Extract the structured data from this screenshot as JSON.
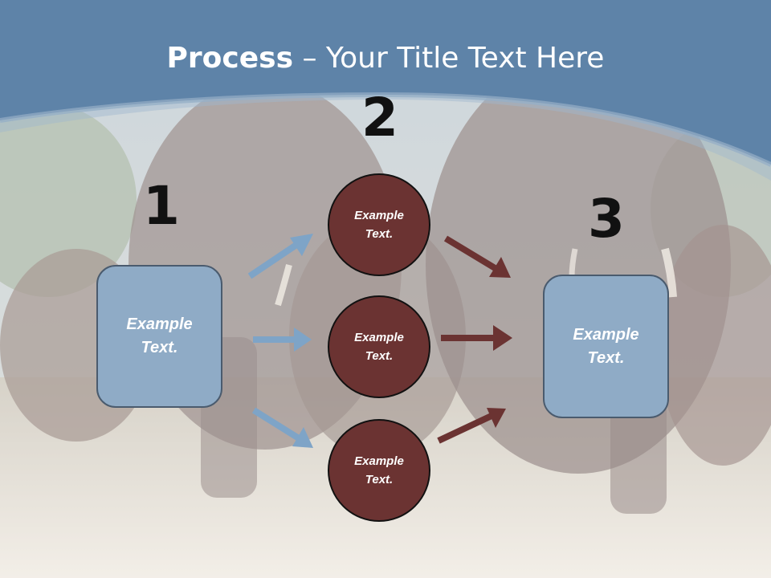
{
  "title": {
    "bold": "Process",
    "rest": " – Your Title Text Here"
  },
  "steps": {
    "one": "1",
    "two": "2",
    "three": "3"
  },
  "left_box": {
    "text": "Example Text."
  },
  "circles": [
    {
      "text": "Example Text."
    },
    {
      "text": "Example Text."
    },
    {
      "text": "Example Text."
    }
  ],
  "right_box": {
    "text": "Example Text."
  },
  "colors": {
    "header_blue": "#5e83a8",
    "box_fill": "#8fabc6",
    "circle_fill": "#6b3332",
    "arrow_blue": "#7ea4c7",
    "arrow_red": "#6b3332"
  },
  "icons": {
    "arrows_in": "blue-arrow-icon",
    "arrows_out": "red-arrow-icon"
  }
}
